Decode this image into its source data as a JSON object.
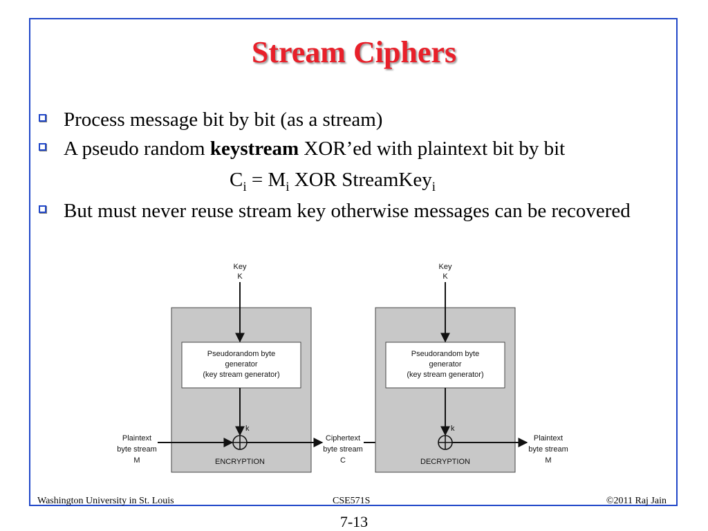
{
  "slide": {
    "title": "Stream Ciphers",
    "bullets": [
      {
        "text": "Process message bit by bit (as a stream)"
      },
      {
        "pre": "A pseudo random ",
        "bold": "keystream",
        "post": " XOR’ed with plaintext bit by bit"
      },
      {
        "text": "But must never reuse stream key otherwise messages can be recovered"
      }
    ],
    "formula": {
      "c": "C",
      "i1": "i",
      "eq": " = M",
      "i2": "i",
      "mid": " XOR StreamKey",
      "i3": "i"
    }
  },
  "diagram": {
    "enc": {
      "key_line1": "Key",
      "key_line2": "K",
      "gen_line1": "Pseudorandom byte",
      "gen_line2": "generator",
      "gen_line3": "(key stream generator)",
      "k_label": "k",
      "caption": "ENCRYPTION",
      "in_line1": "Plaintext",
      "in_line2": "byte stream",
      "in_line3": "M"
    },
    "mid": {
      "line1": "Ciphertext",
      "line2": "byte stream",
      "line3": "C"
    },
    "dec": {
      "key_line1": "Key",
      "key_line2": "K",
      "gen_line1": "Pseudorandom byte",
      "gen_line2": "generator",
      "gen_line3": "(key stream generator)",
      "k_label": "k",
      "caption": "DECRYPTION",
      "out_line1": "Plaintext",
      "out_line2": "byte stream",
      "out_line3": "M"
    }
  },
  "footer": {
    "left": "Washington University in St. Louis",
    "center": "CSE571S",
    "right": "©2011 Raj Jain",
    "page": "7-13"
  }
}
